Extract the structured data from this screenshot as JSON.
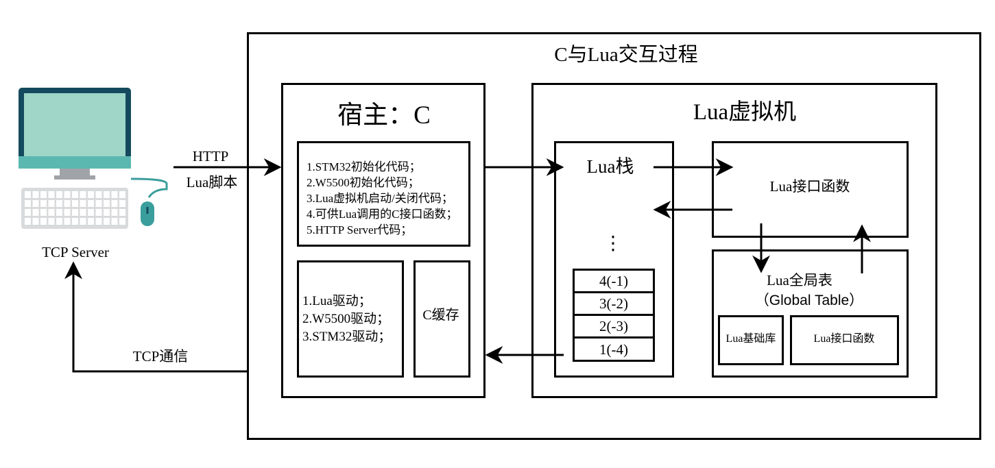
{
  "computer": {
    "label": "TCP Server",
    "colors": {
      "bezel": "#14495e",
      "screen": "#9fd6c8",
      "chin": "#5bb8b0",
      "stand": "#a0a4a8",
      "keyboard": "#d8dadc",
      "mouse": "#3a9e9c"
    }
  },
  "arrows": {
    "http_top": "HTTP",
    "http_bottom": "Lua脚本",
    "tcp": "TCP通信"
  },
  "outer": {
    "title": "C与Lua交互过程"
  },
  "host": {
    "title": "宿主：C",
    "code_items": [
      "1.STM32初始化代码；",
      "2.W5500初始化代码；",
      "3.Lua虚拟机启动/关闭代码；",
      "4.可供Lua调用的C接口函数；",
      "5.HTTP Server代码；"
    ],
    "driver_items": [
      "1.Lua驱动；",
      "2.W5500驱动；",
      "3.STM32驱动；"
    ],
    "cache_label": "C缓存"
  },
  "vm": {
    "title": "Lua虚拟机",
    "stack": {
      "title": "Lua栈",
      "ellipsis": "⋮",
      "cells": [
        "4(-1)",
        "3(-2)",
        "2(-3)",
        "1(-4)"
      ]
    },
    "interface_label": "Lua接口函数",
    "global_table": {
      "title": "Lua全局表",
      "subtitle": "（Global Table）",
      "base_lib": "Lua基础库",
      "interface": "Lua接口函数"
    }
  }
}
